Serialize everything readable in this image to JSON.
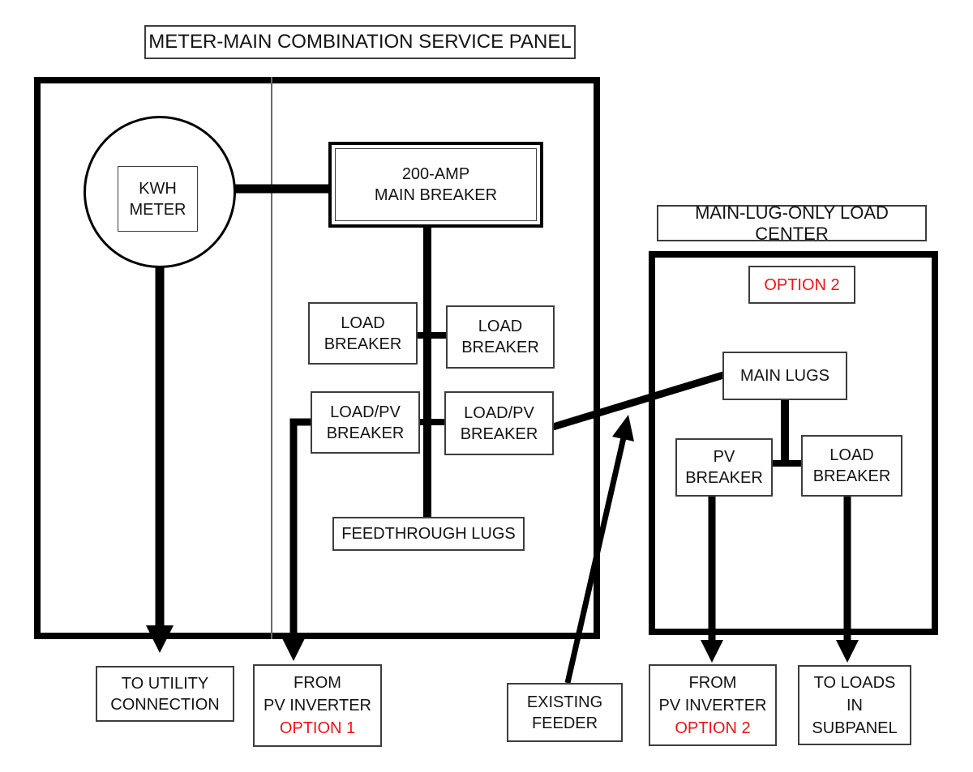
{
  "colors": {
    "line": "#000000",
    "box_border": "#3d3d3d",
    "red": "#f41111",
    "background": "#ffffff"
  },
  "left_panel": {
    "title": "METER-MAIN COMBINATION SERVICE PANEL",
    "kwh_meter": {
      "lines": [
        "KWH",
        "METER"
      ]
    },
    "main_breaker": {
      "lines": [
        "200-AMP",
        "MAIN BREAKER"
      ]
    },
    "load_breaker_left": {
      "lines": [
        "LOAD",
        "BREAKER"
      ]
    },
    "load_breaker_right": {
      "lines": [
        "LOAD",
        "BREAKER"
      ]
    },
    "load_pv_breaker_left": {
      "lines": [
        "LOAD/PV",
        "BREAKER"
      ]
    },
    "load_pv_breaker_right": {
      "lines": [
        "LOAD/PV",
        "BREAKER"
      ]
    },
    "feedthrough_lugs": {
      "label": "FEEDTHROUGH LUGS"
    }
  },
  "right_panel": {
    "title": "MAIN-LUG-ONLY LOAD CENTER",
    "option_tag": "OPTION 2",
    "main_lugs": {
      "label": "MAIN LUGS"
    },
    "pv_breaker": {
      "lines": [
        "PV",
        "BREAKER"
      ]
    },
    "load_breaker": {
      "lines": [
        "LOAD",
        "BREAKER"
      ]
    }
  },
  "external_labels": {
    "to_utility": {
      "lines": [
        "TO UTILITY",
        "CONNECTION"
      ]
    },
    "from_pv_option1": {
      "lines": [
        "FROM",
        "PV INVERTER"
      ],
      "option": "OPTION 1"
    },
    "existing_feeder": {
      "lines": [
        "EXISTING",
        "FEEDER"
      ]
    },
    "from_pv_option2": {
      "lines": [
        "FROM",
        "PV INVERTER"
      ],
      "option": "OPTION 2"
    },
    "to_loads": {
      "lines": [
        "TO LOADS",
        "IN",
        "SUBPANEL"
      ]
    }
  }
}
